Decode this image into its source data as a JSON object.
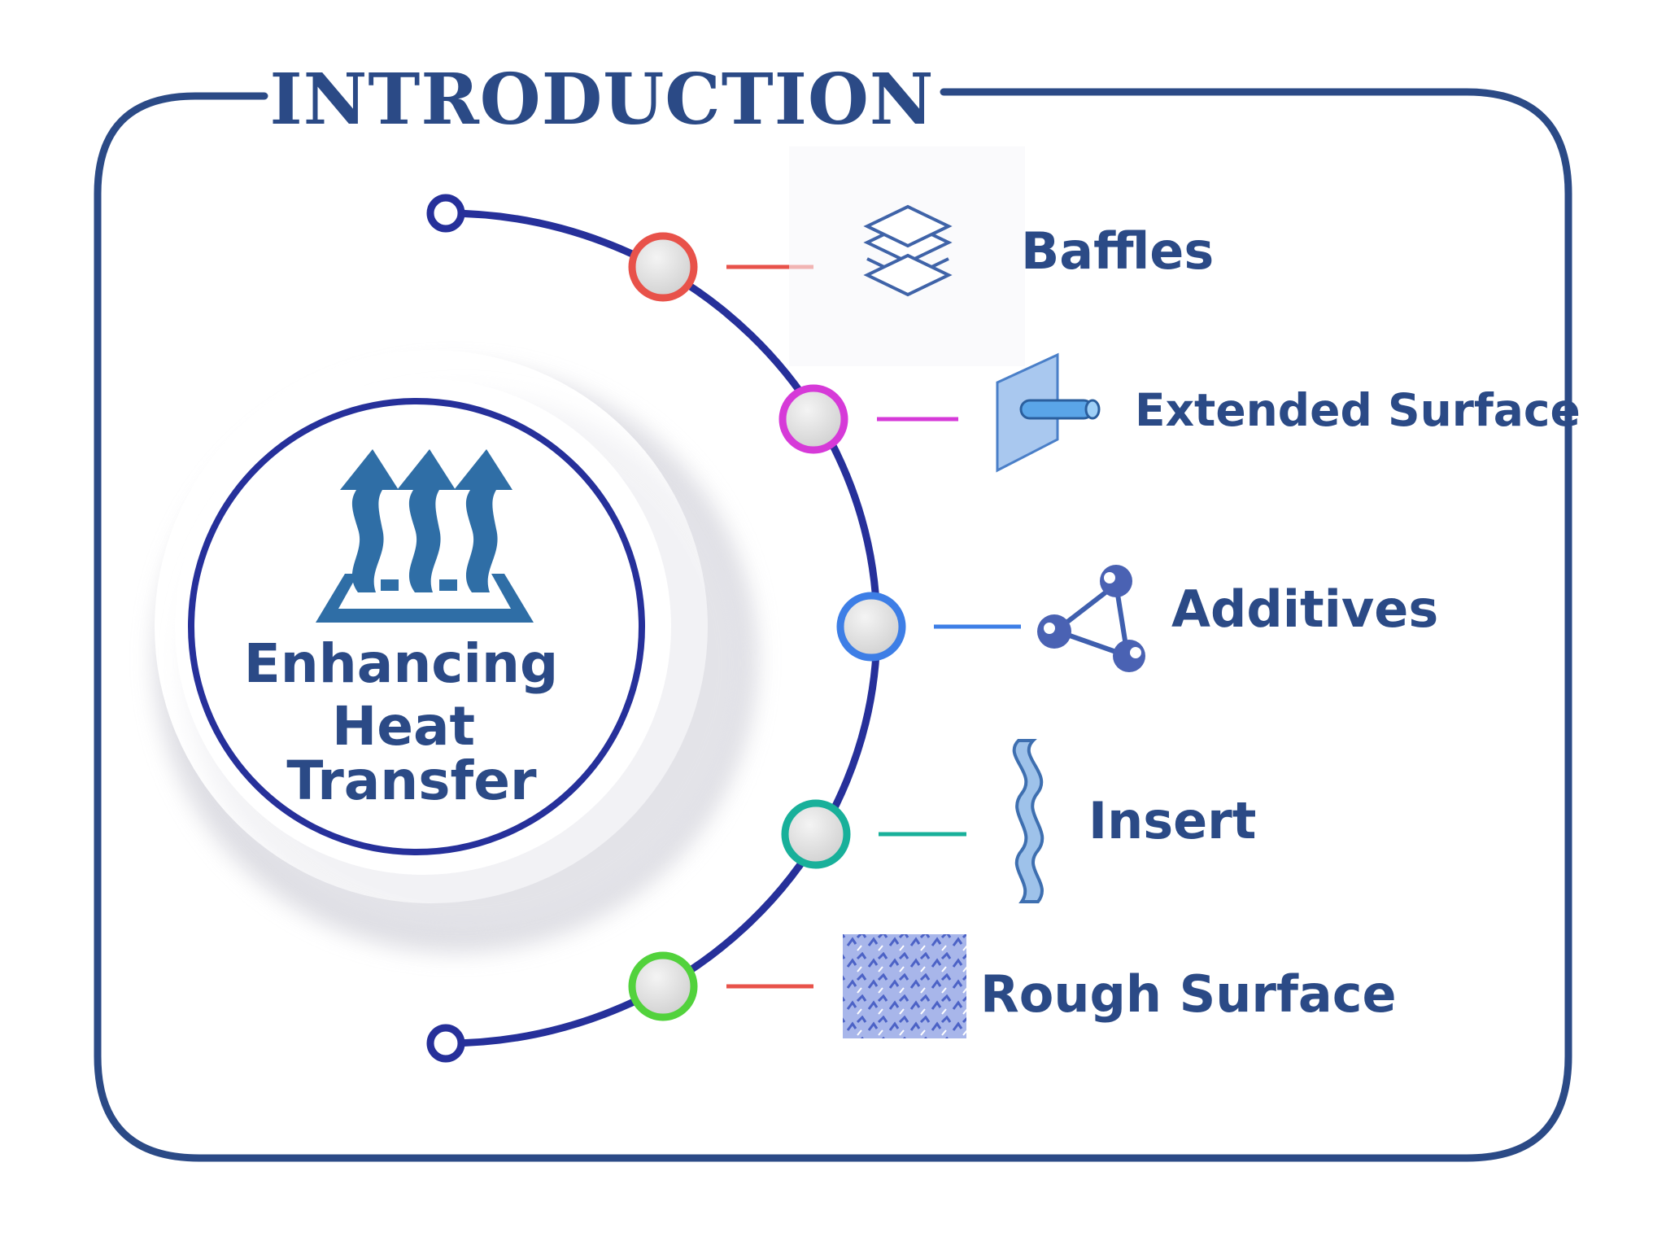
{
  "title": "INTRODUCTION",
  "center": {
    "label_lines": [
      "Enhancing",
      "Heat",
      "Transfer"
    ],
    "icon": "heat-rising-arrows-icon"
  },
  "items": [
    {
      "label": "Baffles",
      "icon": "stacked-layers-icon",
      "color": "#e8524a"
    },
    {
      "label": "Extended Surface",
      "icon": "plate-with-fin-icon",
      "color": "#d63ad8"
    },
    {
      "label": "Additives",
      "icon": "molecule-triangle-icon",
      "color": "#3d7ee6"
    },
    {
      "label": "Insert",
      "icon": "twisted-tape-icon",
      "color": "#18b09a"
    },
    {
      "label": "Rough Surface",
      "icon": "textured-surface-icon",
      "color": "#52d23c"
    }
  ],
  "colors": {
    "frame": "#2b4a86",
    "arc": "#26309a",
    "text": "#2b4a86",
    "icon": "#2f6ea6"
  }
}
